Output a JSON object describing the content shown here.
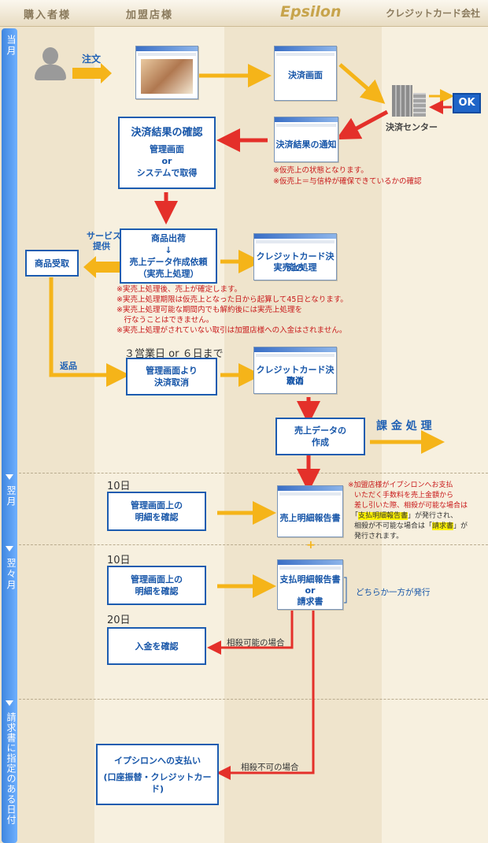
{
  "header": {
    "col1": "購入者様",
    "col2": "加盟店様",
    "col3": "Epsilon",
    "col4": "クレジットカード会社"
  },
  "sidebar": {
    "tousu": "当月",
    "yokugetsu": "翌月",
    "yokuyokugetsu": "翌々月",
    "invoice_date": "請求書に指定のある日付"
  },
  "flow": {
    "order_label": "注文",
    "settlement_screen": "決済画面",
    "settlement_center": "決済センター",
    "ok_label": "OK",
    "result_confirm_title": "決済結果の確認",
    "result_confirm_l1": "管理画面",
    "result_confirm_l2": "or",
    "result_confirm_l3": "システムで取得",
    "result_notice": "決済結果の通知",
    "result_note1": "※仮売上の状態となります。",
    "result_note2": "※仮売上＝与信枠が確保できているかの確認",
    "ship_l1": "商品出荷",
    "ship_l2": "↓",
    "ship_l3": "売上データ作成依頼",
    "ship_l4": "（実売上処理）",
    "service_l1": "サービス",
    "service_l2": "提供",
    "receive": "商品受取",
    "card_actual_l1": "クレジットカード決済の",
    "card_actual_l2": "実売上処理",
    "actual_note1": "※実売上処理後、売上が確定します。",
    "actual_note2": "※実売上処理期限は仮売上となった日から起算して45日となります。",
    "actual_note3": "※実売上処理可能な期間内でも解約後には実売上処理を",
    "actual_note4": "　行なうことはできません。",
    "actual_note5": "※実売上処理がされていない取引は加盟店様への入金はされません。",
    "return_label": "返品",
    "days_label": "３営業日 or ６日まで",
    "cancel_l1": "管理画面より",
    "cancel_l2": "決済取消",
    "card_cancel_l1": "クレジットカード決済の",
    "card_cancel_l2": "取消",
    "sales_data_l1": "売上データの",
    "sales_data_l2": "作成",
    "billing": "課 金 処 理",
    "day10_a": "10日",
    "detail_a_l1": "管理画面上の",
    "detail_a_l2": "明細を確認",
    "sales_report": "売上明細報告書",
    "plus": "+",
    "fee_note1": "※加盟店様がイプシロンへお支払",
    "fee_note2": "いただく手数料を売上金額から",
    "fee_note3": "差し引いた際、相殺が可能な場合は",
    "fee_note4a": "「",
    "fee_note4b": "支払明細報告書",
    "fee_note4c": "」が発行され、",
    "fee_note5a": "相殺が不可能な場合は「",
    "fee_note5b": "請求書",
    "fee_note5c": "」が",
    "fee_note6": "発行されます。",
    "day10_b": "10日",
    "detail_b_l1": "管理画面上の",
    "detail_b_l2": "明細を確認",
    "pay_report_l1": "支払明細報告書",
    "pay_report_l2": "or",
    "pay_report_l3": "請求書",
    "either_note": "どちらか一方が発行",
    "day20": "20日",
    "deposit": "入金を確認",
    "offset_ok": "相殺可能の場合",
    "offset_ng": "相殺不可の場合",
    "pay_epsilon_l1": "イプシロンへの支払い",
    "pay_epsilon_l2": "(口座振替・クレジットカード)"
  },
  "colors": {
    "flow_arrow": "#f5b419",
    "return_arrow": "#e4302a",
    "box_border": "#1c5cb0",
    "sidebar": "#4a90e8",
    "note_red": "#c8191a"
  }
}
